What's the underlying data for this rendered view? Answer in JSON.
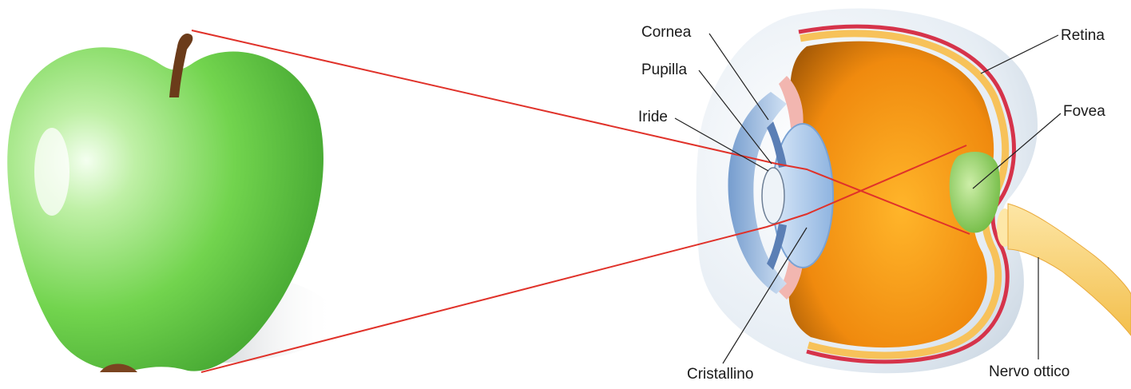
{
  "colors": {
    "apple": "#6fd14a",
    "apple_light": "#d8f7c6",
    "apple_dark": "#3a9e2a",
    "stem": "#7a4420",
    "ray": "#e0322a",
    "vitreous": "#f39a12",
    "vitreous_dark": "#b76806",
    "sclera": "#e9eef4",
    "cornea": "#b9d3ef",
    "lens": "#a9c7ea",
    "retina_band": "#f6c55a",
    "fovea": "#9ed46c",
    "optic_nerve": "#f7d27a",
    "leader_line": "#222222"
  },
  "labels": {
    "cornea": "Cornea",
    "pupilla": "Pupilla",
    "iride": "Iride",
    "cristallino": "Cristallino",
    "retina": "Retina",
    "fovea": "Fovea",
    "nervo_ottico": "Nervo ottico"
  }
}
